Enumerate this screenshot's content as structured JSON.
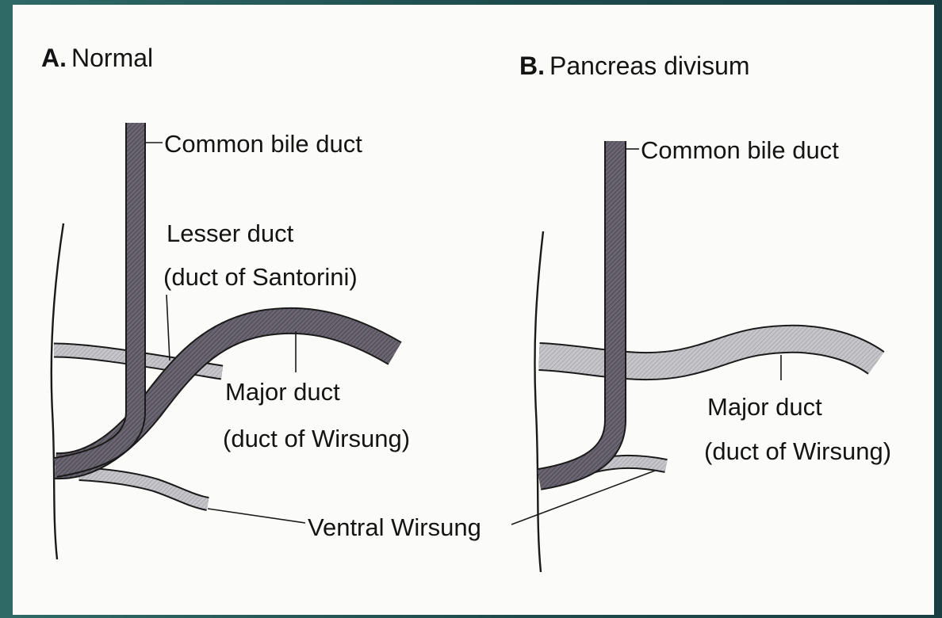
{
  "panel_a": {
    "letter": "A.",
    "title": "Normal",
    "common_bile_duct": "Common bile duct",
    "lesser_duct": "Lesser duct",
    "lesser_duct_alt": "(duct of Santorini)",
    "major_duct": "Major duct",
    "major_duct_alt": "(duct of Wirsung)",
    "ventral": "Ventral Wirsung"
  },
  "panel_b": {
    "letter": "B.",
    "title": "Pancreas divisum",
    "common_bile_duct": "Common bile duct",
    "major_duct": "Major duct",
    "major_duct_alt": "(duct of Wirsung)"
  },
  "colors": {
    "background": "#1f4f4f",
    "panel": "#fbfbf9",
    "dark_duct": "#5f5a66",
    "light_duct": "#bdbcc0",
    "ink": "#141414"
  }
}
